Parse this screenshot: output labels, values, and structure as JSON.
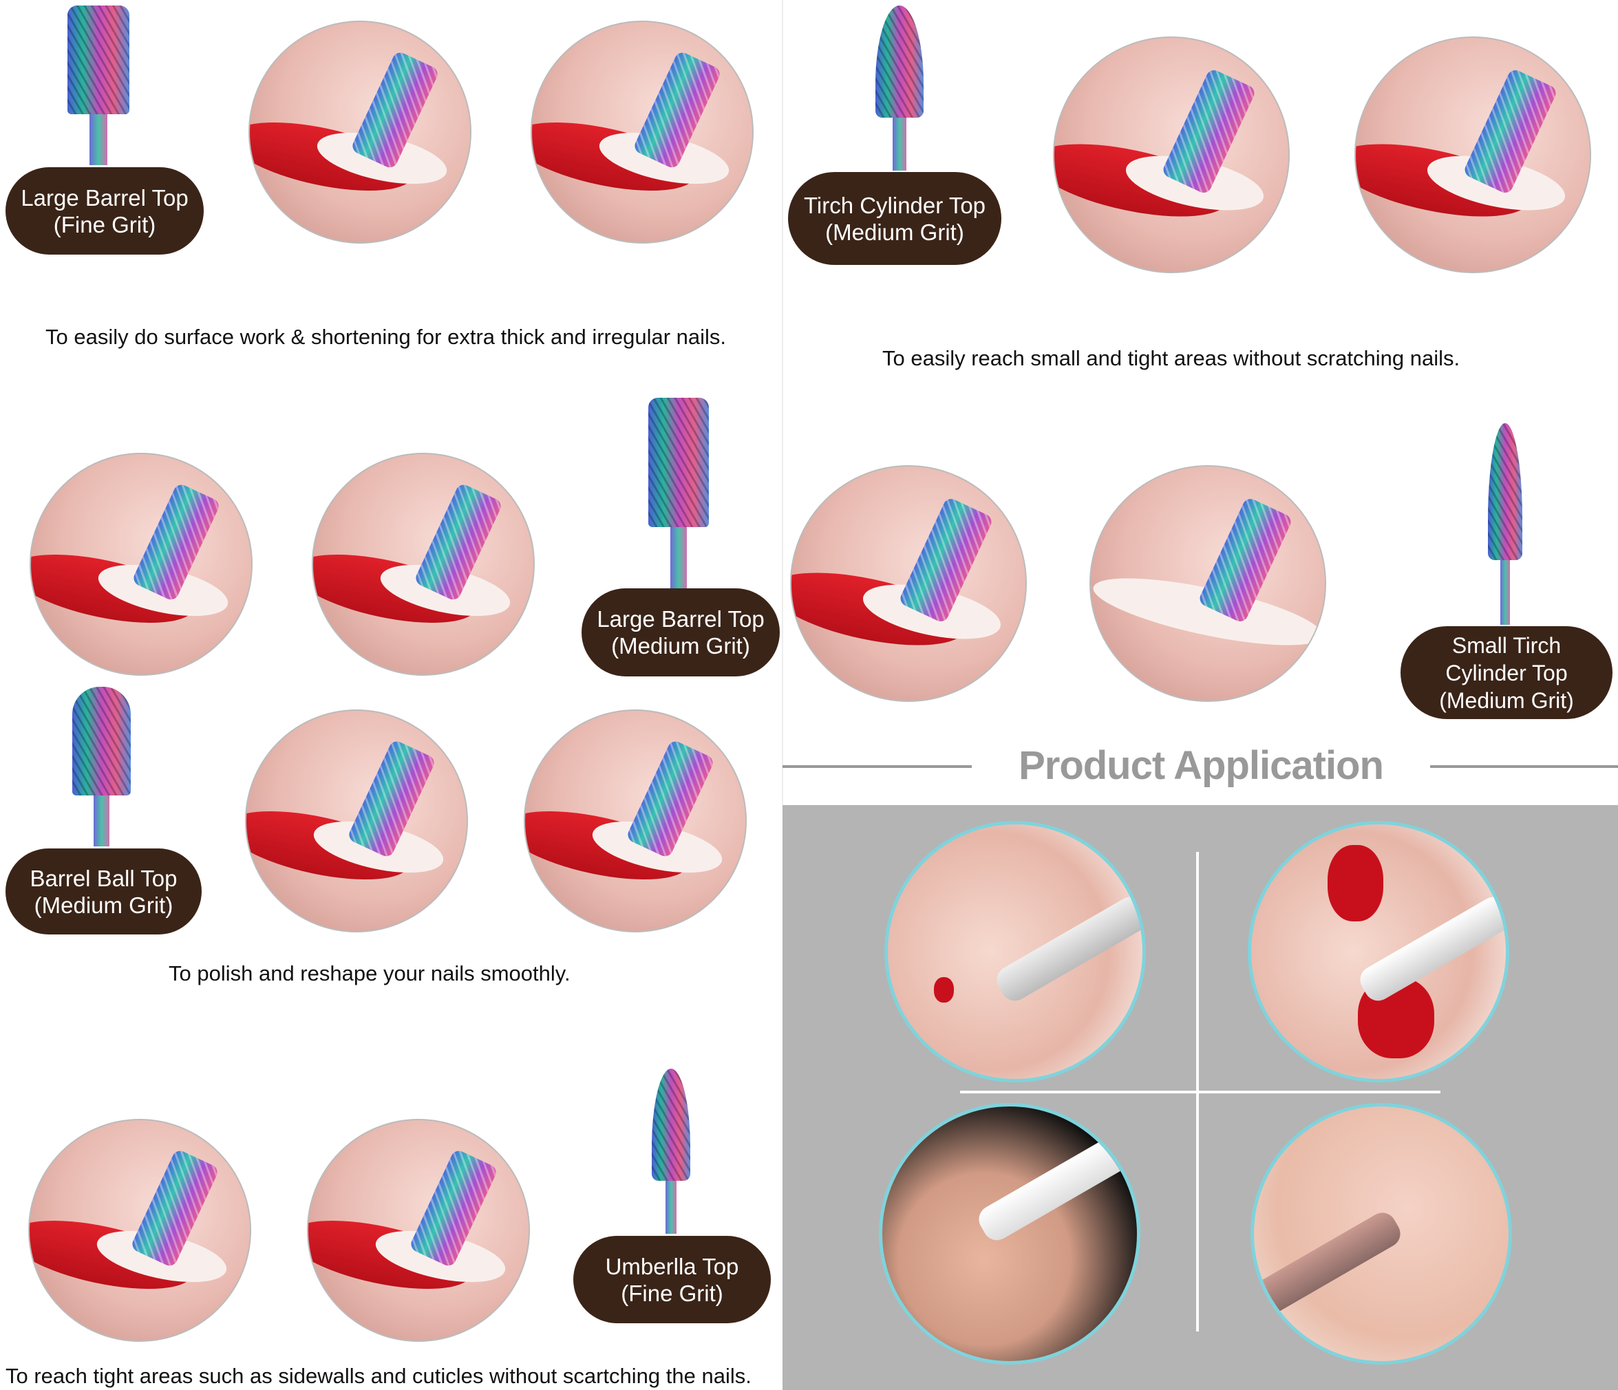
{
  "panels": {
    "large_barrel_fine": {
      "label_1": "Large Barrel Top",
      "label_2": "(Fine Grit)",
      "caption": "To easily do surface work & shortening for extra thick and irregular nails."
    },
    "tirch_cylinder": {
      "label_1": "Tirch Cylinder Top",
      "label_2": "(Medium Grit)",
      "caption": "To easily reach small and tight areas without scratching nails."
    },
    "large_barrel_medium": {
      "label_1": "Large Barrel Top",
      "label_2": "(Medium Grit)"
    },
    "barrel_ball": {
      "label_1": "Barrel Ball Top",
      "label_2": "(Medium Grit)",
      "caption": "To polish and reshape your nails smoothly."
    },
    "small_tirch": {
      "label_1": "Small Tirch",
      "label_2": "Cylinder Top",
      "label_3": "(Medium Grit)"
    },
    "umbrella": {
      "label_1": "Umberlla Top",
      "label_2": "(Fine Grit)",
      "caption": "To reach tight areas such as sidewalls and cuticles without scartching the nails."
    }
  },
  "application": {
    "heading": "Product  Application"
  },
  "colors": {
    "label_bg": "#3a2418",
    "panel_gray": "#b4b4b4",
    "circle_border": "#7fd3dc",
    "heading": "#999999"
  }
}
